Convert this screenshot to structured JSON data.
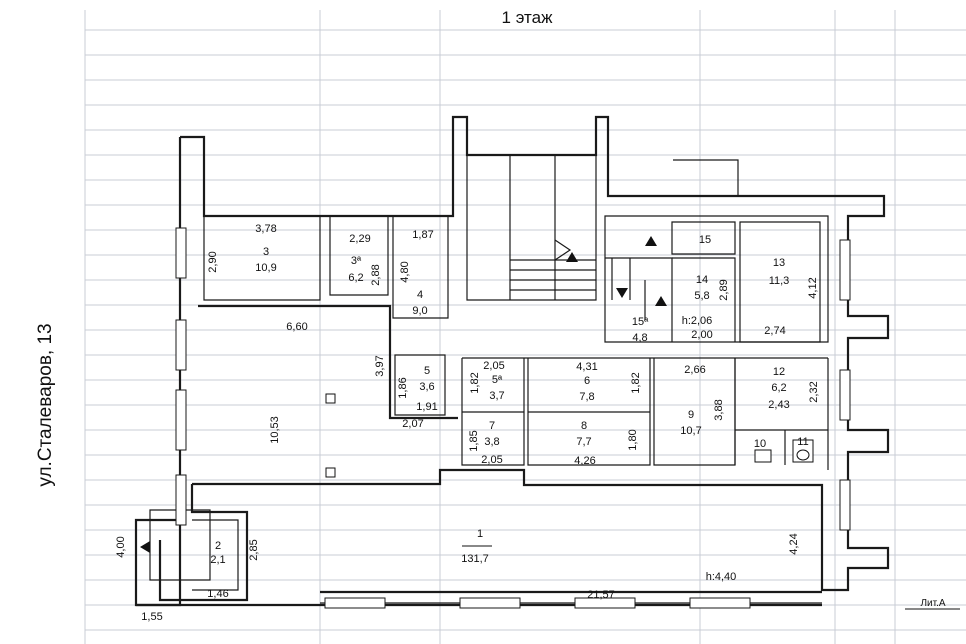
{
  "title": "1 этаж",
  "street": "ул.Сталеваров, 13",
  "lit": "Лит.А",
  "rooms": [
    {
      "no": "1",
      "area": "131,7"
    },
    {
      "no": "2",
      "area": "2,1"
    },
    {
      "no": "3",
      "area": "10,9"
    },
    {
      "no": "3ª",
      "area": "6,2"
    },
    {
      "no": "4",
      "area": "9,0"
    },
    {
      "no": "5",
      "area": "3,6"
    },
    {
      "no": "5ª",
      "area": "3,7"
    },
    {
      "no": "6",
      "area": "7,8"
    },
    {
      "no": "7",
      "area": "3,8"
    },
    {
      "no": "8",
      "area": "7,7"
    },
    {
      "no": "9",
      "area": "10,7"
    },
    {
      "no": "10",
      "area": ""
    },
    {
      "no": "11",
      "area": ""
    },
    {
      "no": "12",
      "area": "6,2"
    },
    {
      "no": "13",
      "area": "11,3"
    },
    {
      "no": "14",
      "area": "5,8"
    },
    {
      "no": "15",
      "area": ""
    },
    {
      "no": "15ª",
      "area": "4,8"
    }
  ],
  "dims": {
    "d_378": "3,78",
    "d_290": "2,90",
    "d_229": "2,29",
    "d_288": "2,88",
    "d_187": "1,87",
    "d_480": "4,80",
    "d_660": "6,60",
    "d_397": "3,97",
    "d_186": "1,86",
    "d_191": "1,91",
    "d_207": "2,07",
    "d_1053": "10,53",
    "d_205a": "2,05",
    "d_182a": "1,82",
    "d_431": "4,31",
    "d_182b": "1,82",
    "d_185": "1,85",
    "d_205b": "2,05",
    "d_180": "1,80",
    "d_426": "4,26",
    "d_266": "2,66",
    "d_388": "3,88",
    "d_232": "2,32",
    "d_243": "2,43",
    "d_289": "2,89",
    "d_412": "4,12",
    "d_274": "2,74",
    "d_200": "2,00",
    "h_206": "h:2,06",
    "h_440": "h:4,40",
    "d_424": "4,24",
    "d_400": "4,00",
    "d_285": "2,85",
    "d_146": "1,46",
    "d_155": "1,55",
    "d_2157": "21,57"
  }
}
